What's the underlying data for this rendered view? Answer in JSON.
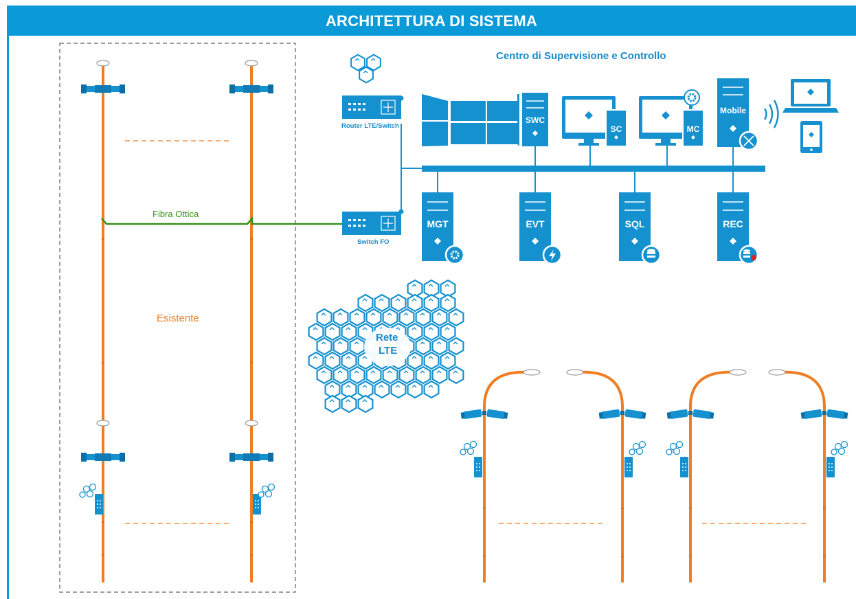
{
  "header": {
    "title": "ARCHITETTURA DI SISTEMA"
  },
  "control_center": {
    "title": "Centro di Supervisione e Controllo"
  },
  "network": {
    "router_label": "Router LTE/Switch",
    "switch_label": "Switch FO",
    "fiber_label": "Fibra Ottica",
    "lte_label_line1": "Rete",
    "lte_label_line2": "LTE"
  },
  "existing_label": "Esistente",
  "workstations": {
    "swc": "SWC",
    "sc": "SC",
    "mc": "MC",
    "mobile": "Mobile"
  },
  "servers": {
    "mgt": "MGT",
    "evt": "EVT",
    "sql": "SQL",
    "rec": "REC"
  },
  "colors": {
    "accent": "#0b9ad8",
    "pole": "#ef7d22",
    "fiber": "#3a8f1d",
    "existing_text": "#ef7d22",
    "record_dot": "#e0202a"
  }
}
